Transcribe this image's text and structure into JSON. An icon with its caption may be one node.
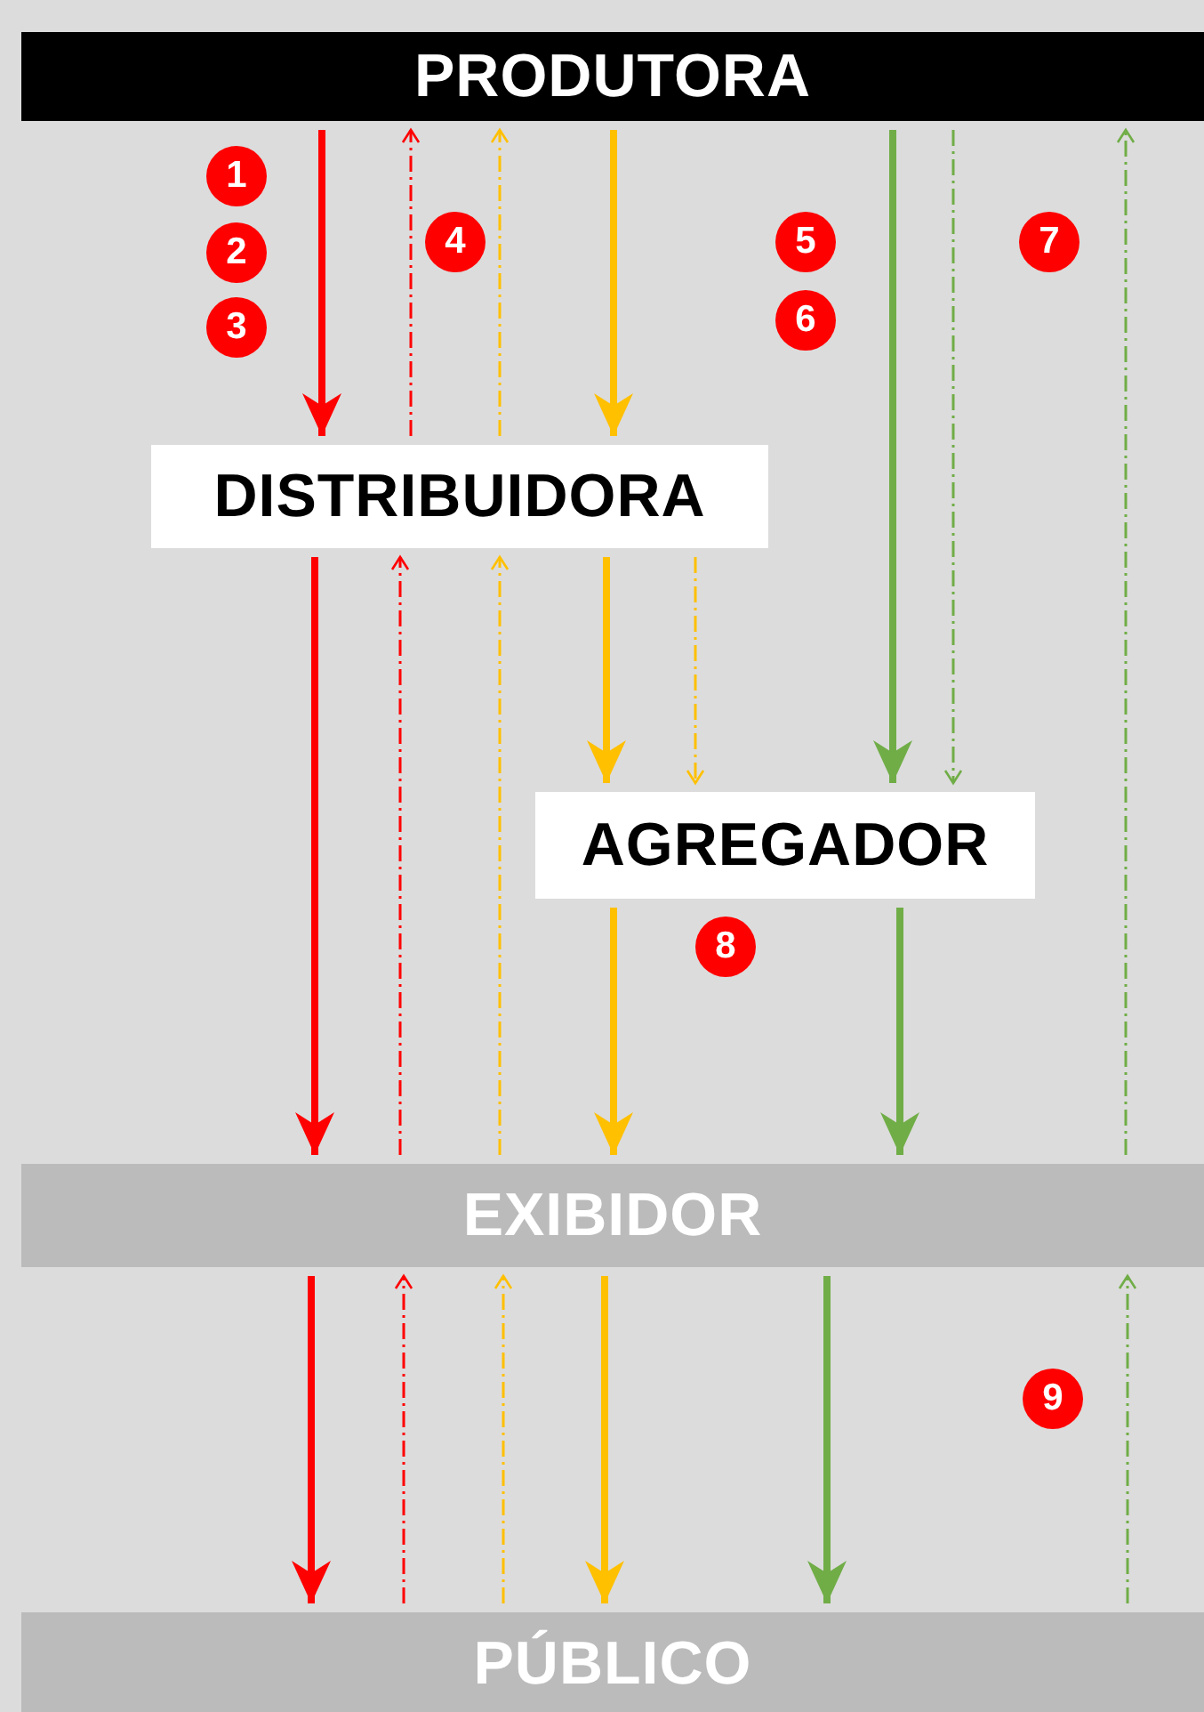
{
  "diagram": {
    "nodes": [
      {
        "text": [
          "PRODUTORA"
        ]
      },
      {
        "text": [
          "DISTRIBUIDORA"
        ]
      },
      {
        "text": [
          "AGREGADOR"
        ]
      },
      {
        "text": [
          "EXIBIDOR"
        ]
      },
      {
        "text": [
          "PÚBLICO"
        ]
      }
    ],
    "edges": [
      {
        "from": 0,
        "to": 1,
        "arrow": "to",
        "style": "thick",
        "color": "#ff0000"
      },
      {
        "from": 1,
        "to": 0,
        "arrow": "to",
        "style": "dashed",
        "color": "#ff0000"
      },
      {
        "from": 1,
        "to": 0,
        "arrow": "to",
        "style": "dashed",
        "color": "#ffc000"
      },
      {
        "from": 0,
        "to": 1,
        "arrow": "to",
        "style": "thick",
        "color": "#ffc000"
      },
      {
        "from": 0,
        "to": 2,
        "arrow": "to",
        "style": "thick",
        "color": "#70ad47"
      },
      {
        "from": 0,
        "to": 2,
        "arrow": "to",
        "style": "dashed",
        "color": "#70ad47"
      },
      {
        "from": 3,
        "to": 0,
        "arrow": "to",
        "style": "dashed",
        "color": "#70ad47"
      },
      {
        "from": 1,
        "to": 3,
        "arrow": "to",
        "style": "thick",
        "color": "#ff0000"
      },
      {
        "from": 3,
        "to": 1,
        "arrow": "to",
        "style": "dashed",
        "color": "#ff0000"
      },
      {
        "from": 3,
        "to": 1,
        "arrow": "to",
        "style": "dashed",
        "color": "#ffc000"
      },
      {
        "from": 1,
        "to": 2,
        "arrow": "to",
        "style": "thick",
        "color": "#ffc000"
      },
      {
        "from": 1,
        "to": 2,
        "arrow": "to",
        "style": "dashed",
        "color": "#ffc000"
      },
      {
        "from": 2,
        "to": 3,
        "arrow": "to",
        "style": "thick",
        "color": "#ffc000"
      },
      {
        "from": 2,
        "to": 3,
        "arrow": "to",
        "style": "thick",
        "color": "#70ad47"
      },
      {
        "from": 3,
        "to": 4,
        "arrow": "to",
        "style": "thick",
        "color": "#ff0000"
      },
      {
        "from": 4,
        "to": 3,
        "arrow": "to",
        "style": "dashed",
        "color": "#ff0000"
      },
      {
        "from": 4,
        "to": 3,
        "arrow": "to",
        "style": "dashed",
        "color": "#ffc000"
      },
      {
        "from": 3,
        "to": 4,
        "arrow": "to",
        "style": "thick",
        "color": "#ffc000"
      },
      {
        "from": 3,
        "to": 4,
        "arrow": "to",
        "style": "thick",
        "color": "#70ad47"
      },
      {
        "from": 4,
        "to": 3,
        "arrow": "to",
        "style": "dashed",
        "color": "#70ad47"
      }
    ],
    "labels": [
      "1",
      "2",
      "3",
      "4",
      "5",
      "6",
      "7",
      "8",
      "9"
    ]
  }
}
